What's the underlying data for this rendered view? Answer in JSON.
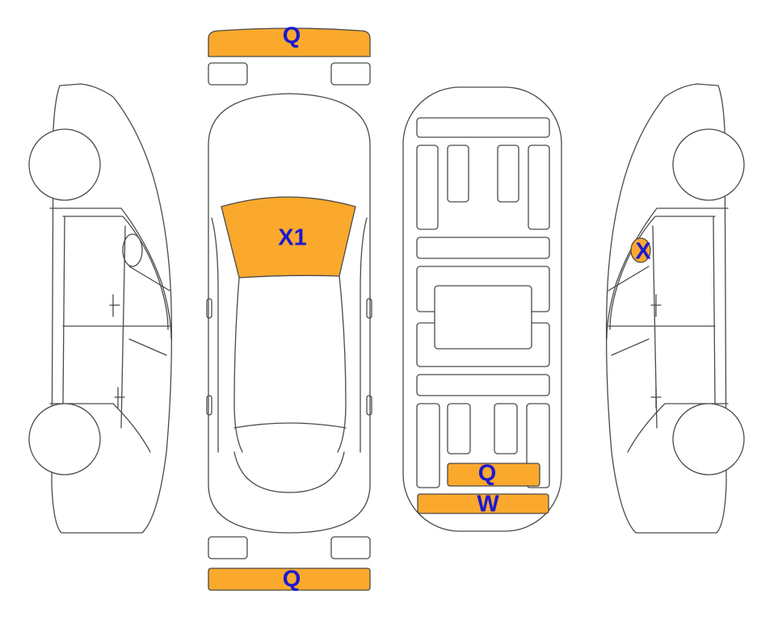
{
  "damage_marks": {
    "front_bumper": "Q",
    "windshield": "X1",
    "right_mirror": "X",
    "trunk_panel": "Q",
    "rear_bumper_inner": "W",
    "rear_bumper": "Q"
  },
  "colors": {
    "damage_fill": "#FBA92C",
    "code_text": "#1919D2",
    "outline": "#4A4A4A"
  }
}
